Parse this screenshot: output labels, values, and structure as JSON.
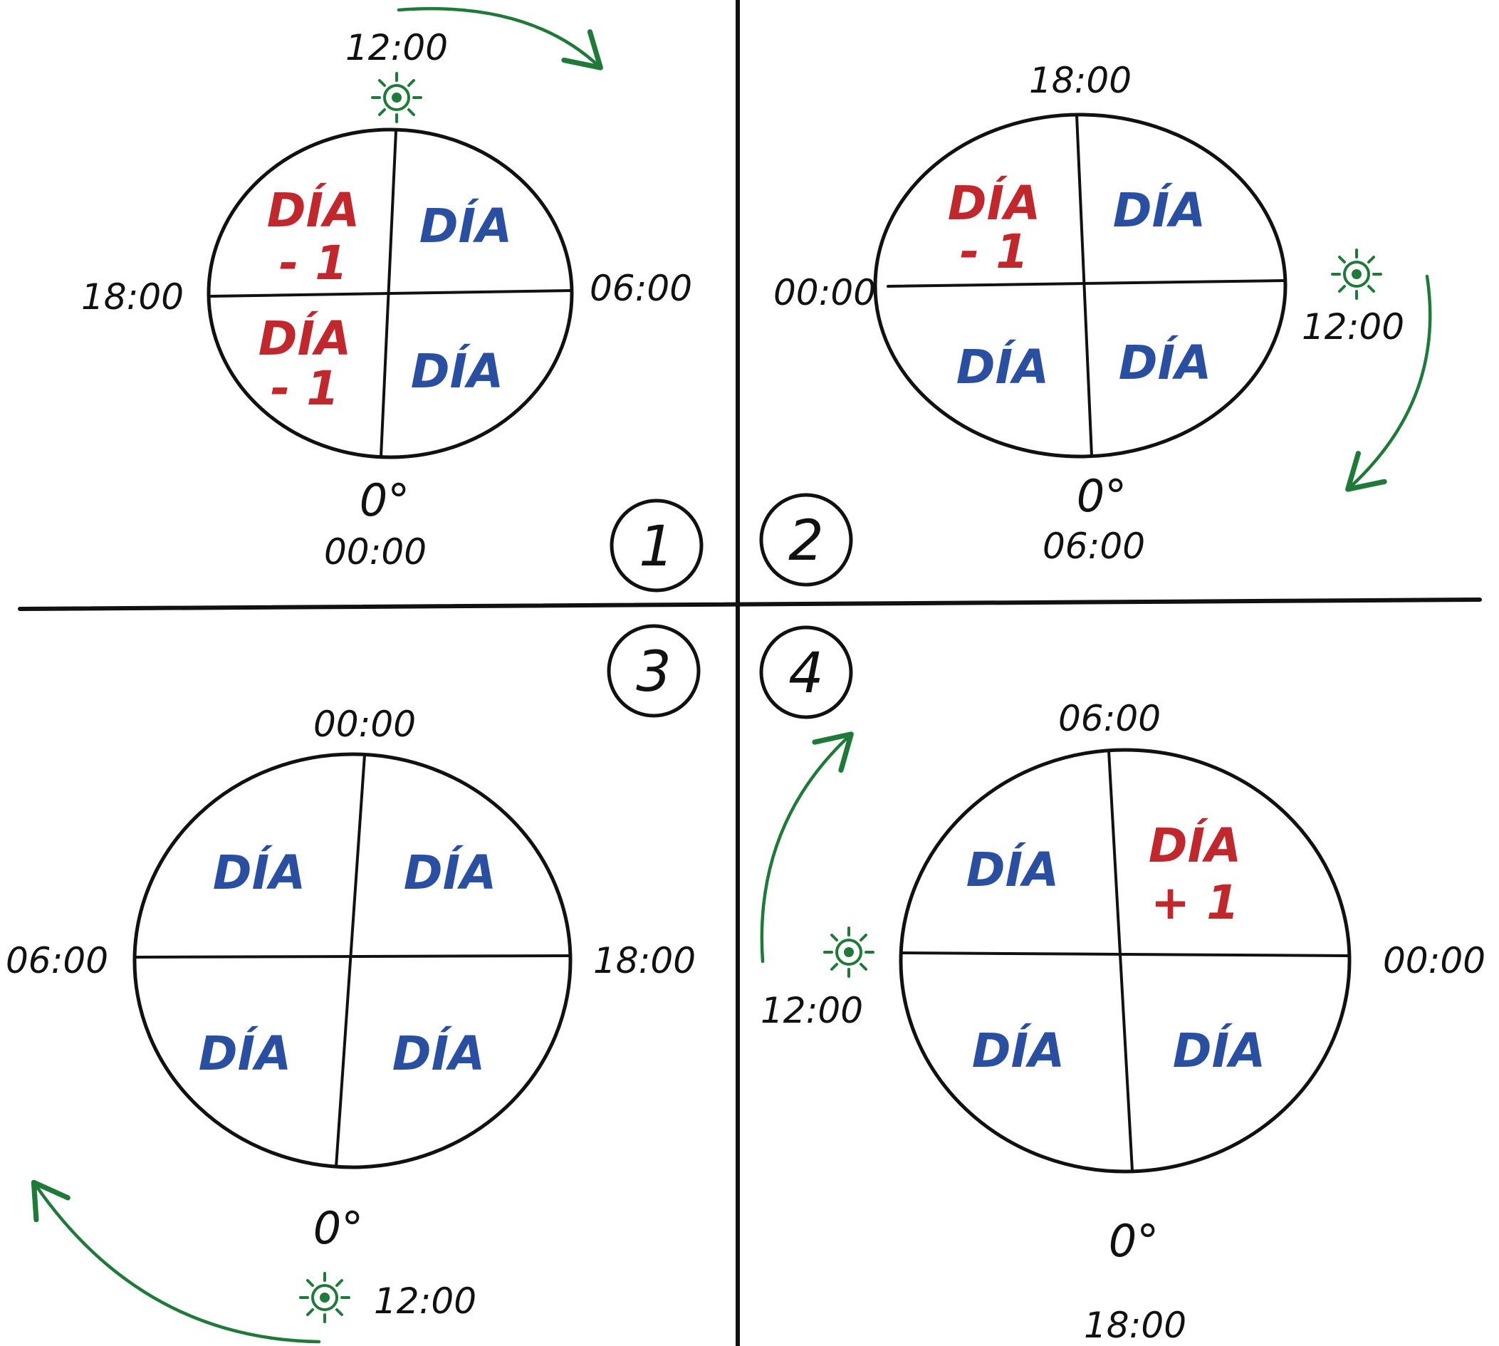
{
  "colors": {
    "ink": "#111111",
    "current_day": "#2b4fa0",
    "previous_day": "#c0282e",
    "next_day": "#c0282e",
    "sun_arrow": "#1f7a3a"
  },
  "panels": [
    {
      "number": "1",
      "times": {
        "top": "12:00",
        "left": "18:00",
        "right": "06:00",
        "bottom": "00:00"
      },
      "degree": "0°",
      "sun_time": "12:00",
      "quadrants": {
        "top_left": [
          "DÍA",
          "- 1"
        ],
        "top_right": [
          "DÍA"
        ],
        "bottom_left": [
          "DÍA",
          "- 1"
        ],
        "bottom_right": [
          "DÍA"
        ]
      }
    },
    {
      "number": "2",
      "times": {
        "top": "18:00",
        "left": "00:00",
        "right": "12:00",
        "bottom": "06:00"
      },
      "degree": "0°",
      "sun_time": "12:00",
      "quadrants": {
        "top_left": [
          "DÍA",
          "- 1"
        ],
        "top_right": [
          "DÍA"
        ],
        "bottom_left": [
          "DÍA"
        ],
        "bottom_right": [
          "DÍA"
        ]
      }
    },
    {
      "number": "3",
      "times": {
        "top": "00:00",
        "left": "06:00",
        "right": "18:00",
        "bottom": "12:00"
      },
      "degree": "0°",
      "sun_time": "12:00",
      "quadrants": {
        "top_left": [
          "DÍA"
        ],
        "top_right": [
          "DÍA"
        ],
        "bottom_left": [
          "DÍA"
        ],
        "bottom_right": [
          "DÍA"
        ]
      }
    },
    {
      "number": "4",
      "times": {
        "top": "06:00",
        "left": "12:00",
        "right": "00:00",
        "bottom": "18:00"
      },
      "degree": "0°",
      "sun_time": "12:00",
      "quadrants": {
        "top_left": [
          "DÍA"
        ],
        "top_right": [
          "DÍA",
          "+ 1"
        ],
        "bottom_left": [
          "DÍA"
        ],
        "bottom_right": [
          "DÍA"
        ]
      }
    }
  ]
}
